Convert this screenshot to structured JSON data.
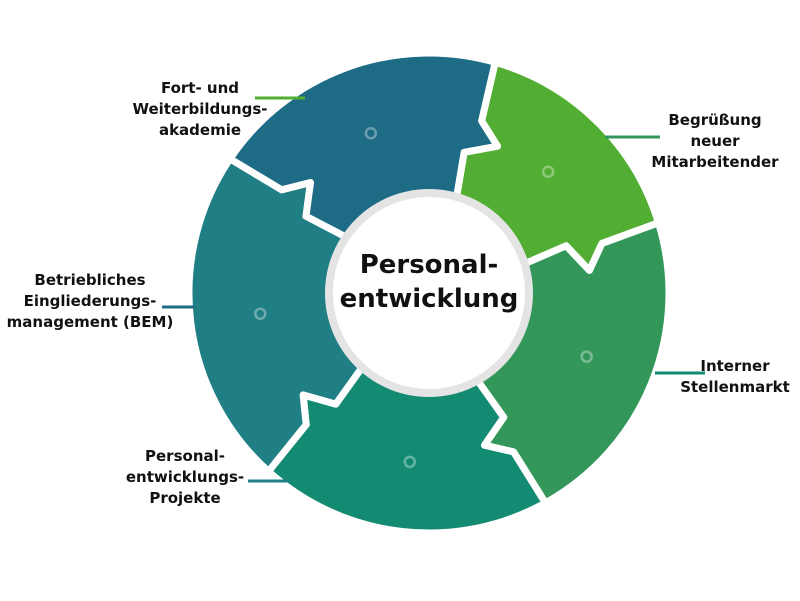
{
  "title": "Personal-\nentwicklung",
  "segments": [
    {
      "id": "fort",
      "label": "Fort- und\nWeiterbildungs-\nakademie",
      "color": "#52ae32"
    },
    {
      "id": "begruessung",
      "label": "Begrüßung\nneuer\nMitarbeitender",
      "color": "#33975a"
    },
    {
      "id": "stellenmarkt",
      "label": "Interner\nStellenmarkt",
      "color": "#138a72"
    },
    {
      "id": "projekte",
      "label": "Personal-\nentwicklungs-\nProjekte",
      "color": "#1f7f84"
    },
    {
      "id": "bem",
      "label": "Betriebliches\nEingliederungs-\nmanagement (BEM)",
      "color": "#1d6b85"
    }
  ],
  "marker_icon": "ring-marker-icon",
  "connector_color_note": "segment color"
}
